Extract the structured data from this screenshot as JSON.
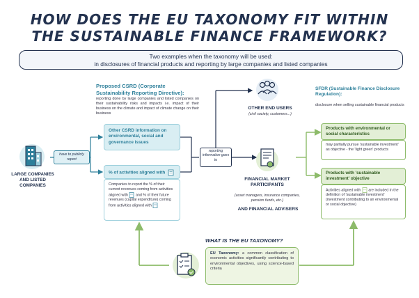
{
  "header": {
    "title_line1": "HOW DOES THE EU TAXONOMY FIT WITHIN",
    "title_line2": "THE SUSTAINABLE FINANCE FRAMEWORK?",
    "subtitle_line1": "Two examples when the taxonomy will be used:",
    "subtitle_line2": "in disclosures of financial products and reporting by large companies and listed companies"
  },
  "csrd": {
    "title": "Proposed CSRD (Corporate Sustainability Reporting Directive):",
    "description": "reporting done by large companies and listed companies on their sustainability risks and impacts i.e. impact of their business on the climate and impact of climate change on their business"
  },
  "large_companies": {
    "label": "LARGE COMPANIES AND LISTED COMPANIES",
    "have_to_report": "have to publicly report"
  },
  "other_csrd": {
    "label": "Other CSRD information on environmental, social and governance issues"
  },
  "aligned_activities": {
    "label": "% of activities aligned with",
    "description_part1": "Companies to report the % of their current revenues coming from activities aligned with",
    "description_part2": "and % of their future revenues (capital expenditure) coming from activities aligned with"
  },
  "reporting_info": {
    "label": "reporting information goes to"
  },
  "other_end_users": {
    "title": "OTHER END USERS",
    "subtitle": "(civil society, customers...)"
  },
  "financial_market": {
    "title": "FINANCIAL MARKET PARTICIPANTS",
    "subtitle": "(asset managers, insurance companies, pension funds, etc.)",
    "tail": "AND FINANCIAL ADVISERS"
  },
  "sfdr": {
    "title": "SFDR (Sustainable Finance Disclosure Regulation):",
    "description": "disclosure when selling sustainable financial products"
  },
  "products_env_social": {
    "title": "Products with environmental or social characteristics",
    "description": "may partially pursue 'sustainable investment' as objective - the 'light green' products"
  },
  "products_sustainable": {
    "title": "Products with 'sustainable investment' objective",
    "description_part1": "Activities aligned with",
    "description_part2": "are included in the definition of 'sustainable investment' (investment contributing to an environmental or social objective)"
  },
  "taxonomy": {
    "question": "WHAT IS THE EU TAXONOMY?",
    "term": "EU Taxonomy:",
    "definition": "a common classification of economic activities significantly contributing to environmental objectives, using science-based criteria"
  },
  "colors": {
    "navy": "#23324f",
    "teal": "#2d7f9a",
    "light_teal": "#d9eef3",
    "green": "#8dbb6a",
    "light_green": "#e3efd6"
  },
  "icons": [
    "building-icon",
    "people-group-icon",
    "certificate-document-icon",
    "checklist-clipboard-icon",
    "taxonomy-doc-icon"
  ]
}
